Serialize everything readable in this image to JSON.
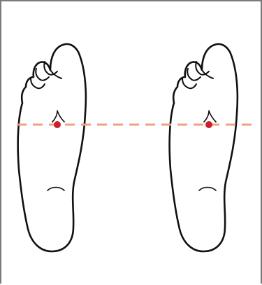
{
  "diagram": {
    "type": "foot-sole-illustration",
    "feet": [
      {
        "name": "left-foot",
        "has_point_marker": true
      },
      {
        "name": "right-foot",
        "has_point_marker": true
      }
    ],
    "guide_line": {
      "style": "dashed",
      "orientation": "horizontal"
    },
    "colors": {
      "outline": "#111111",
      "guide_line": "#f0a080",
      "point_marker": "#cc1f2b",
      "frame_border": "#7a7a7a",
      "background": "#ffffff"
    },
    "icons": [
      "foot-outline-icon",
      "acupoint-dot-icon"
    ]
  }
}
